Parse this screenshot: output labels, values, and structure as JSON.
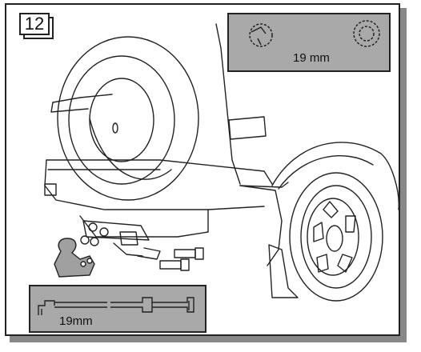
{
  "step": {
    "number": "12"
  },
  "socket_panel": {
    "size_label": "19 mm"
  },
  "bolt_panel": {
    "size_label": "19mm"
  },
  "colors": {
    "panel_grey": "#a9a9a9",
    "line": "#222222",
    "hitch_grey": "#a0a0a0"
  }
}
